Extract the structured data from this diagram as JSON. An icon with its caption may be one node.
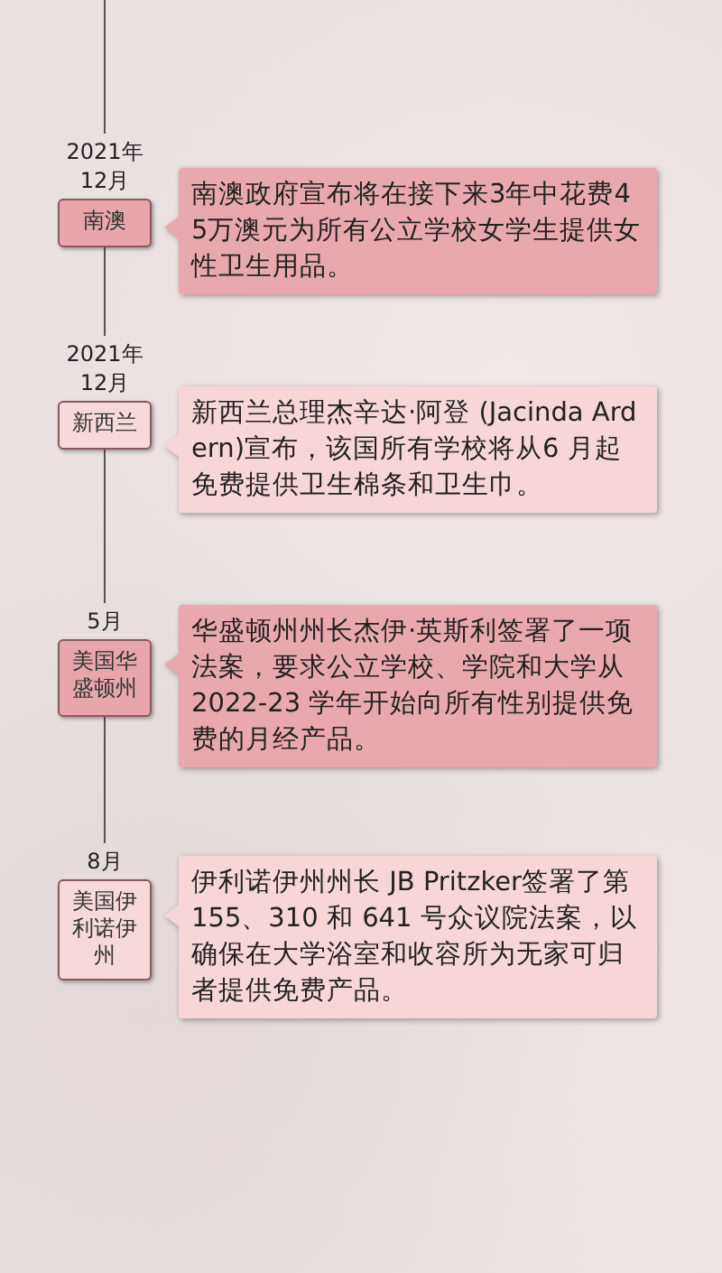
{
  "diagram": {
    "nodes": [
      {
        "text": [
          "南澳"
        ],
        "beside": [
          "2021年 12月"
        ]
      },
      {
        "text": [
          "南澳政府宣布将在接下来3年中花费45万澳元为所有公立学校女学生提供女性卫生用品。"
        ]
      },
      {
        "text": [
          "新西兰"
        ],
        "beside": [
          "2021年 12月"
        ]
      },
      {
        "text": [
          "新西兰总理杰辛达·阿登 (Jacinda Ardern)宣布，该国所有学校将从6 月起免费提供卫生棉条和卫生巾。"
        ]
      },
      {
        "text": [
          "美国华盛顿州"
        ],
        "beside": [
          "5月"
        ]
      },
      {
        "text": [
          "华盛顿州州长杰伊·英斯利签署了一项法案，要求公立学校、学院和大学从 2022-23 学年开始向所有性别提供免费的月经产品。"
        ]
      },
      {
        "text": [
          "美国伊利诺伊州"
        ],
        "beside": [
          "8月"
        ]
      },
      {
        "text": [
          "伊利诺伊州州长 JB Pritzker签署了第155、310 和 641 号众议院法案，以确保在大学浴室和收容所为无家可归者提供免费产品。"
        ]
      }
    ],
    "edges": [
      {
        "from": null,
        "to": 0,
        "arrow": "none"
      },
      {
        "from": 0,
        "to": 2,
        "arrow": "none"
      },
      {
        "from": 2,
        "to": 4,
        "arrow": "none"
      },
      {
        "from": 4,
        "to": 6,
        "arrow": "none"
      }
    ]
  }
}
